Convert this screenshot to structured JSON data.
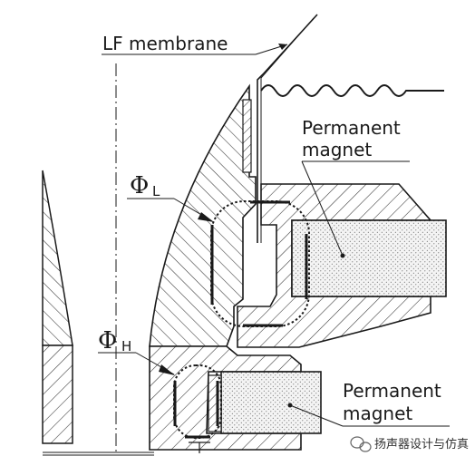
{
  "labels": {
    "lf_membrane": "LF membrane",
    "permanent_magnet_top": [
      "Permanent",
      "magnet"
    ],
    "permanent_magnet_bottom": [
      "Permanent",
      "magnet"
    ],
    "phi_l_symbol": "Φ",
    "phi_l_sub": "L",
    "phi_h_symbol": "Φ",
    "phi_h_sub": "H"
  },
  "watermark": {
    "text": "扬声器设计与仿真",
    "icon": "wechat-icon"
  },
  "colors": {
    "line": "#1a1a1a",
    "hatch": "#333333",
    "magnet_fill": "#f4f4f4",
    "background": "#ffffff"
  }
}
